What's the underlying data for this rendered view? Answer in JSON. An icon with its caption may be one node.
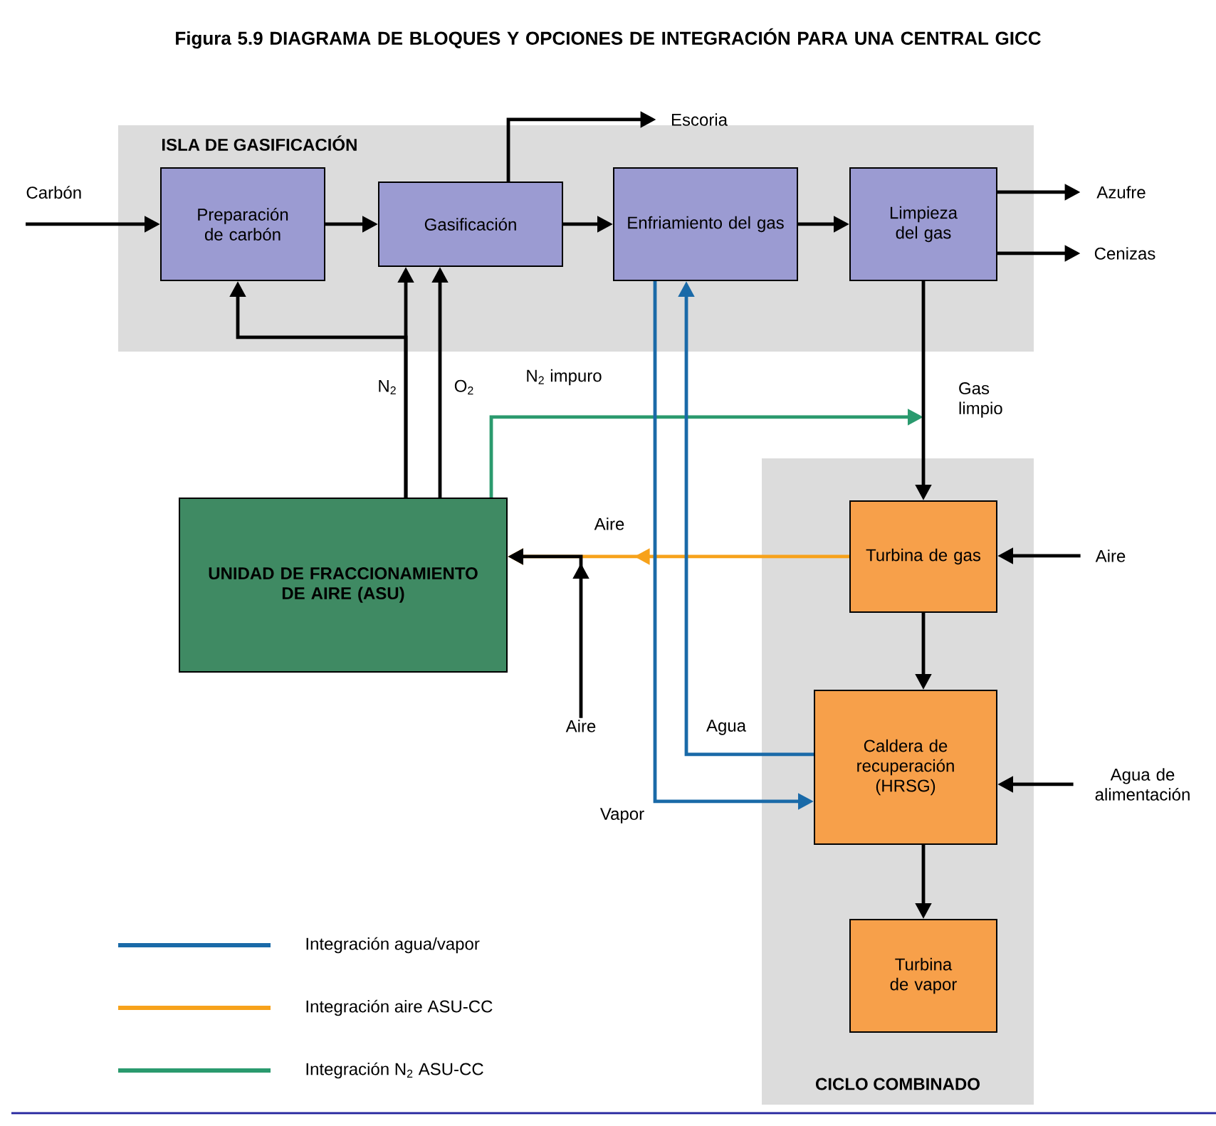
{
  "diagram": {
    "title": "Figura 5.9 DIAGRAMA DE BLOQUES Y OPCIONES DE INTEGRACIÓN PARA UNA CENTRAL GICC",
    "nodes": [
      {
        "text": [
          "ISLA DE GASIFICACIÓN"
        ]
      },
      {
        "text": [
          "CICLO COMBINADO"
        ]
      },
      {
        "text": [
          "Preparación de carbón"
        ],
        "in": 0
      },
      {
        "text": [
          "Gasificación"
        ],
        "in": 0
      },
      {
        "text": [
          "Enfriamiento del gas"
        ],
        "in": 0
      },
      {
        "text": [
          "Limpieza del gas"
        ],
        "in": 0
      },
      {
        "text": [
          "UNIDAD DE FRACCIONAMIENTO DE AIRE (ASU)"
        ]
      },
      {
        "text": [
          "Turbina de gas"
        ],
        "in": 1
      },
      {
        "text": [
          "Caldera de recuperación (HRSG)"
        ],
        "in": 1
      },
      {
        "text": [
          "Turbina de vapor"
        ],
        "in": 1
      },
      {
        "text": [
          "Carbón"
        ]
      },
      {
        "text": [
          "Escoria"
        ]
      },
      {
        "text": [
          "Azufre"
        ]
      },
      {
        "text": [
          "Cenizas"
        ]
      },
      {
        "text": [
          "Aire"
        ]
      },
      {
        "text": [
          "Agua de alimentación"
        ]
      },
      {
        "text": [
          "Aire"
        ]
      }
    ],
    "edges": [
      {
        "from": 10,
        "to": 2,
        "arrow": "to"
      },
      {
        "from": 2,
        "to": 3,
        "arrow": "to"
      },
      {
        "from": 3,
        "to": 4,
        "arrow": "to"
      },
      {
        "from": 4,
        "to": 5,
        "arrow": "to"
      },
      {
        "from": 3,
        "to": 11,
        "arrow": "to"
      },
      {
        "from": 5,
        "to": 12,
        "arrow": "to"
      },
      {
        "from": 5,
        "to": 13,
        "arrow": "to"
      },
      {
        "from": 6,
        "to": 3,
        "arrow": "to",
        "label": "N$_{2}$"
      },
      {
        "from": 6,
        "to": 2,
        "arrow": "to"
      },
      {
        "from": 6,
        "to": 3,
        "arrow": "to",
        "label": "O$_{2}$"
      },
      {
        "from": 6,
        "to": 7,
        "arrow": "to",
        "label": "N$_{2}$ impuro",
        "color": "#2a9a6e"
      },
      {
        "from": 5,
        "to": 7,
        "arrow": "to",
        "label": "Gas limpio"
      },
      {
        "from": 14,
        "to": 7,
        "arrow": "to"
      },
      {
        "from": 7,
        "to": 6,
        "arrow": "to",
        "label": "Aire",
        "color": "#f7a21b"
      },
      {
        "from": 16,
        "to": 6,
        "arrow": "to"
      },
      {
        "from": 7,
        "to": 8,
        "arrow": "to"
      },
      {
        "from": 15,
        "to": 8,
        "arrow": "to"
      },
      {
        "from": 8,
        "to": 9,
        "arrow": "to"
      },
      {
        "from": 4,
        "to": 8,
        "arrow": "to",
        "label": "Vapor",
        "color": "#1a6aa8"
      },
      {
        "from": 8,
        "to": 4,
        "arrow": "to",
        "label": "Agua",
        "color": "#1a6aa8"
      }
    ],
    "legend": [
      {
        "text": "Integración agua/vapor",
        "color": "#1a6aa8"
      },
      {
        "text": "Integración aire ASU-CC",
        "color": "#f7a21b"
      },
      {
        "text": "Integración N$_{2}$ ASU-CC",
        "color": "#2a9a6e"
      }
    ]
  }
}
